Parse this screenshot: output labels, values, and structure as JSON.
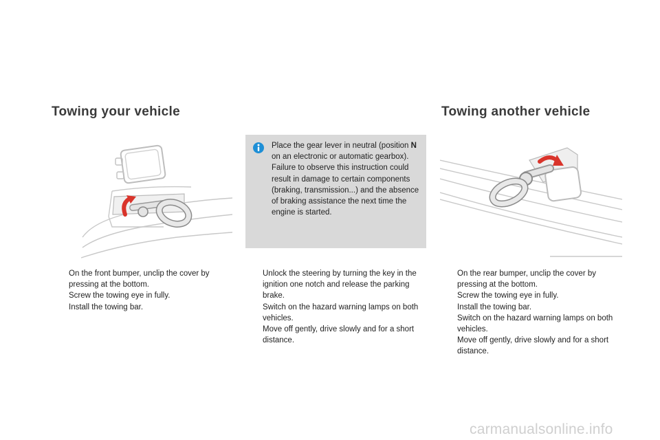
{
  "left_section": {
    "title": "Towing your vehicle",
    "bullets": [
      "On the front bumper, unclip the cover by pressing at the bottom.",
      "Screw the towing eye in fully.",
      "Install the towing bar."
    ]
  },
  "middle_section": {
    "info_box": {
      "icon": "info-icon",
      "before": "Place the gear lever in neutral (position ",
      "bold": "N",
      "after": " on an electronic or automatic gearbox).",
      "warning": "Failure to observe this instruction could result in damage to certain components (braking, transmission...) and the absence of braking assistance the next time the engine is started."
    },
    "bullets": [
      "Unlock the steering by turning the key in the ignition one notch and release the parking brake.",
      "Switch on the hazard warning lamps on both vehicles.",
      "Move off gently, drive slowly and for a short distance."
    ]
  },
  "right_section": {
    "title": "Towing another vehicle",
    "bullets": [
      "On the rear bumper, unclip the cover by pressing at the bottom.",
      "Screw the towing eye in fully.",
      "Install the towing bar.",
      "Switch on the hazard warning lamps on both vehicles.",
      "Move off gently, drive slowly and for a short distance."
    ]
  },
  "bullet_glyph": "",
  "watermark": "carmanualsonline.info",
  "colors": {
    "heading": "#3a3a3a",
    "info_box_bg": "#d9d9d9",
    "arrow_red": "#d9342b",
    "info_icon_blue": "#1e8fd6"
  }
}
